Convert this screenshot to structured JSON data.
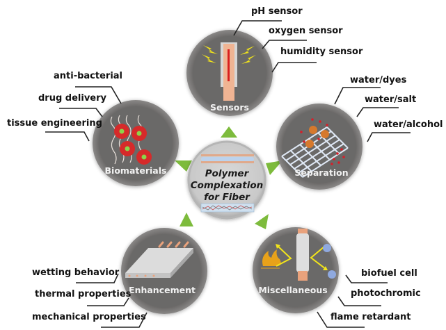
{
  "center": {
    "lines": [
      "Polymer",
      "Complexation",
      "for Fiber"
    ]
  },
  "nodes": {
    "sensors": {
      "title": "Sensors",
      "labels": [
        "pH sensor",
        "oxygen sensor",
        "humidity sensor"
      ]
    },
    "separation": {
      "title": "Separation",
      "labels": [
        "water/dyes",
        "water/salt",
        "water/alcohol"
      ]
    },
    "biomaterials": {
      "title": "Biomaterials",
      "labels": [
        "anti-bacterial",
        "drug delivery",
        "tissue engineering"
      ]
    },
    "enhancement": {
      "title": "Enhancement",
      "labels": [
        "wetting behavior",
        "thermal properties",
        "mechanical properties"
      ]
    },
    "miscellaneous": {
      "title": "Miscellaneous",
      "labels": [
        "biofuel cell",
        "photochromic",
        "flame retardant"
      ]
    }
  },
  "colors": {
    "node_fill": "#6b6968",
    "center_fill": "#cfcfcf",
    "arrow": "#7dbb3c",
    "lightning": "#f2e51a",
    "cell_red": "#d62a2a",
    "cell_green": "#8cd44a",
    "copper": "#e9a27c",
    "flame": "#e8a21a",
    "dot_blue": "#8fa9df"
  }
}
